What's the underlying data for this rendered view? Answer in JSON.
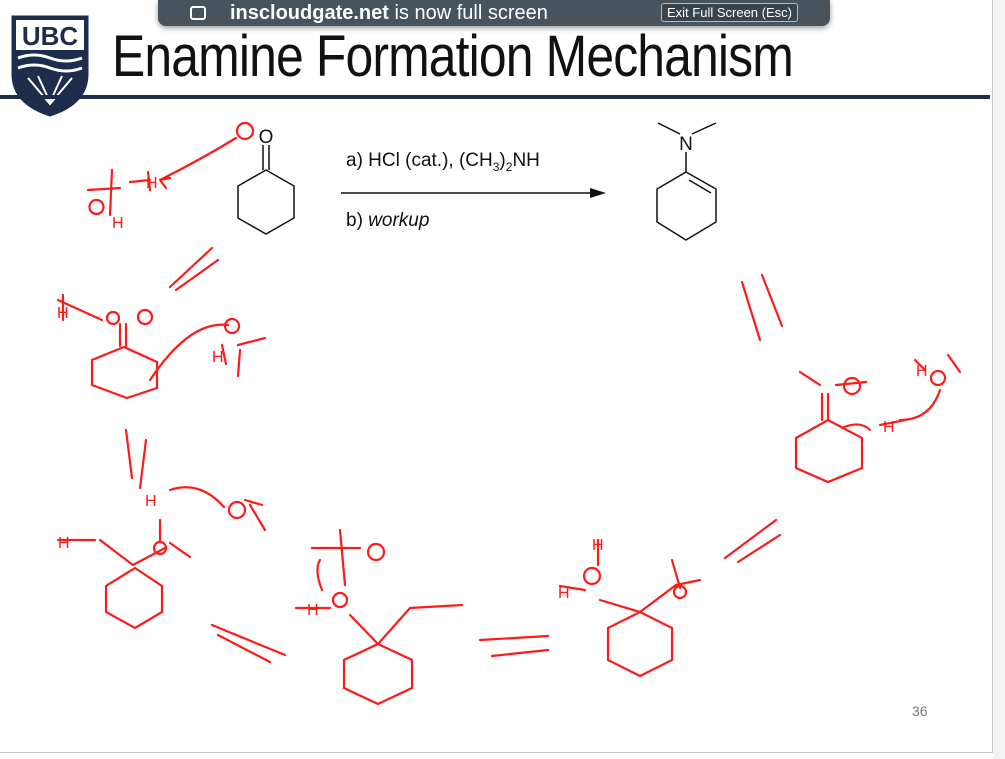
{
  "slide": {
    "title": "Enamine Formation Mechanism",
    "logo_text": "UBC",
    "page_number": "36",
    "reaction": {
      "reactant_atom": "O",
      "product_atom": "N",
      "condition_a_prefix": "a) HCl (cat.), (CH",
      "condition_a_sub1": "3",
      "condition_a_mid": ")",
      "condition_a_sub2": "2",
      "condition_a_suffix": "NH",
      "condition_b_prefix": "b) ",
      "condition_b_italic": "workup"
    },
    "annotation_color": "#ff0000",
    "brand_color": "#1d2d4b"
  },
  "fullscreen_notice": {
    "domain": "inscloudgate.net",
    "message": " is now full screen",
    "exit_button": "Exit Full Screen (Esc)"
  }
}
